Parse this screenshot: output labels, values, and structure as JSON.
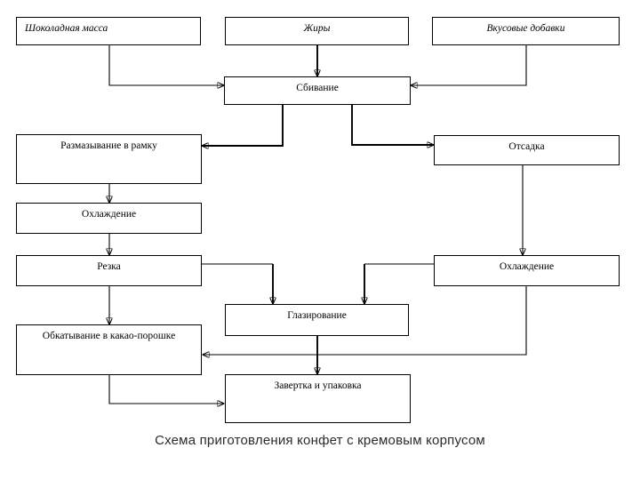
{
  "diagram": {
    "title_caption": "Схема приготовления конфет с кремовым корпусом",
    "nodes": [
      {
        "id": "chocolate-mass",
        "label": "Шоколадная масса"
      },
      {
        "id": "fats",
        "label": "Жиры"
      },
      {
        "id": "flavor-additives",
        "label": "Вкусовые добавки"
      },
      {
        "id": "whipping",
        "label": "Сбивание"
      },
      {
        "id": "spreading-into-frame",
        "label": "Размазывание в рамку"
      },
      {
        "id": "depositing",
        "label": "Отсадка"
      },
      {
        "id": "cooling-1",
        "label": "Охлаждение"
      },
      {
        "id": "cutting",
        "label": "Резка"
      },
      {
        "id": "cooling-2",
        "label": "Охлаждение"
      },
      {
        "id": "glazing",
        "label": "Глазирование"
      },
      {
        "id": "cocoa-powder-rolling",
        "label": "Обкатывание в какао-порошке"
      },
      {
        "id": "wrapping-packing",
        "label": "Завертка и упаковка"
      }
    ],
    "edges": [
      "Шоколадная масса → Сбивание",
      "Жиры → Сбивание",
      "Вкусовые добавки → Сбивание",
      "Сбивание → Размазывание в рамку",
      "Сбивание → Отсадка",
      "Размазывание в рамку → Охлаждение",
      "Охлаждение → Резка",
      "Отсадка → Охлаждение",
      "Резка → Глазирование",
      "Охлаждение → Глазирование",
      "Резка → Обкатывание в какао-порошке",
      "Охлаждение → Обкатывание в какао-порошке",
      "Глазирование → Завертка и упаковка",
      "Обкатывание в какао-порошке → Завертка и упаковка"
    ],
    "colors": {
      "background": "#ffffff",
      "line": "#000000",
      "box_border": "#000000",
      "text": "#000000",
      "caption": "#2b2b2b"
    }
  }
}
